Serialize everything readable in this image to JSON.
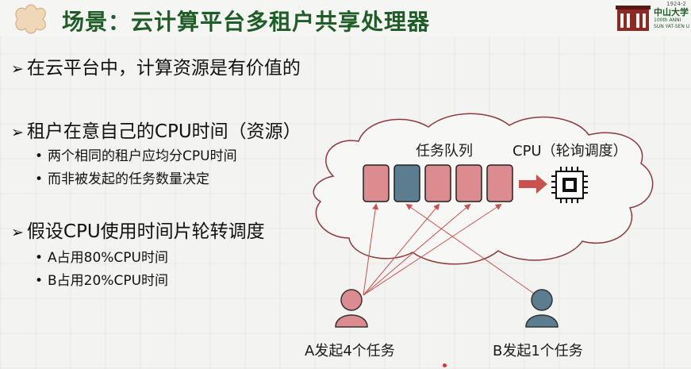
{
  "header": {
    "title": "场景：云计算平台多租户共享处理器",
    "logo": {
      "name_cn": "中山大学",
      "year": "1924-2",
      "anniversary": "100th ANNI",
      "name_en": "SUN YAT-SEN U"
    }
  },
  "bullets": [
    {
      "text": "在云平台中，计算资源是有价值的",
      "subs": []
    },
    {
      "text": "租户在意自己的CPU时间（资源）",
      "subs": [
        "两个相同的租户应均分CPU时间",
        "而非被发起的任务数量决定"
      ]
    },
    {
      "text": "假设CPU使用时间片轮转调度",
      "subs": [
        "A占用80%CPU时间",
        "B占用20%CPU时间"
      ]
    }
  ],
  "diagram": {
    "queue_label": "任务队列",
    "cpu_label": "CPU（轮询调度）",
    "tasks": [
      "A",
      "B",
      "A",
      "A",
      "A"
    ],
    "user_a_label": "A发起4个任务",
    "user_b_label": "B发起1个任务",
    "colors": {
      "task_a": "#dc8b8f",
      "task_b": "#5a7d8f",
      "cloud_outline": "#8c3a3a",
      "arrow": "#c9524e",
      "title_green": "#1f5d26"
    }
  }
}
